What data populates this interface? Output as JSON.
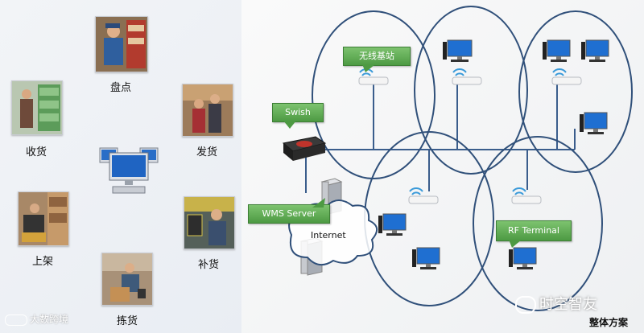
{
  "roles": {
    "inventory": "盘点",
    "receiving": "收货",
    "shipping": "发货",
    "putaway": "上架",
    "replenish": "补货",
    "picking": "拣货"
  },
  "network": {
    "wireless_base": "无线基站",
    "switch": "Swish",
    "wms_server": "WMS Server",
    "internet": "Internet",
    "rf_terminal": "RF Terminal"
  },
  "watermark_left": "大数跨境",
  "watermark_right": "时空智友",
  "caption": "整体方案",
  "colors": {
    "ellipse": "#30507a",
    "line": "#3a5d8c",
    "tag_green": "#5aa84d"
  }
}
